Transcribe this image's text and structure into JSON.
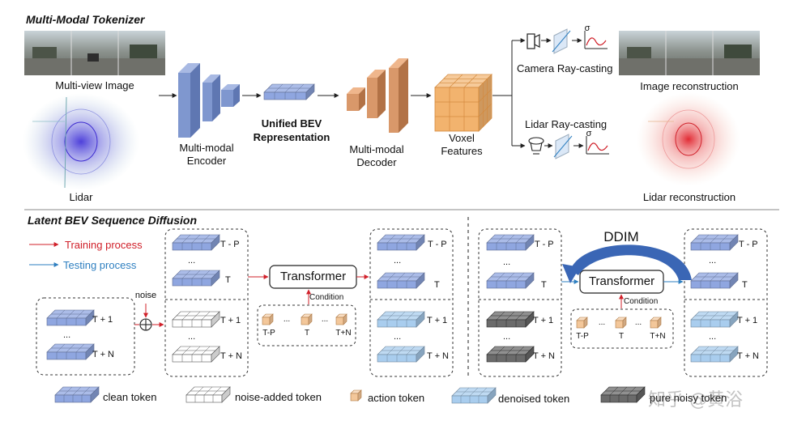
{
  "tokenizer": {
    "title": "Multi-Modal Tokenizer",
    "inputs": {
      "image": "Multi-view Image",
      "lidar": "Lidar"
    },
    "encoder": [
      "Multi-modal",
      "Encoder"
    ],
    "bev": [
      "Unified BEV",
      "Representation"
    ],
    "decoder": [
      "Multi-modal",
      "Decoder"
    ],
    "voxel": [
      "Voxel",
      "Features"
    ],
    "camera_ray": "Camera Ray-casting",
    "lidar_ray": "Lidar Ray-casting",
    "image_recon": "Image reconstruction",
    "lidar_recon": "Lidar reconstruction",
    "sigma": "σ"
  },
  "diffusion": {
    "title": "Latent BEV Sequence Diffusion",
    "training": "Training process",
    "testing": "Testing process",
    "noise": "noise",
    "transformer": "Transformer",
    "condition": "Condition",
    "ddim": "DDIM",
    "dots": "...",
    "t_minus_p": "T - P",
    "t": "T",
    "t_plus_1": "T + 1",
    "t_plus_n": "T + N",
    "act_tmp": "T-P",
    "act_t": "T",
    "act_tpn": "T+N"
  },
  "legend": {
    "clean": "clean token",
    "noise_added": "noise-added token",
    "action": "action token",
    "denoised": "denoised token",
    "pure_noisy": "pure noisy token"
  },
  "watermark": "知乎 @黄浴",
  "colors": {
    "clean": "#8fa6e0",
    "denoised": "#a9cdee",
    "noise_added": "#ffffff",
    "pure_noisy": "#6b6b6b",
    "action": "#f3c79a",
    "encoder": "#7f97cf",
    "decoder": "#d9986a",
    "voxel": "#f2b36e",
    "training": "#d0202a",
    "testing": "#2e7fc0",
    "ddim": "#3a66b5"
  }
}
